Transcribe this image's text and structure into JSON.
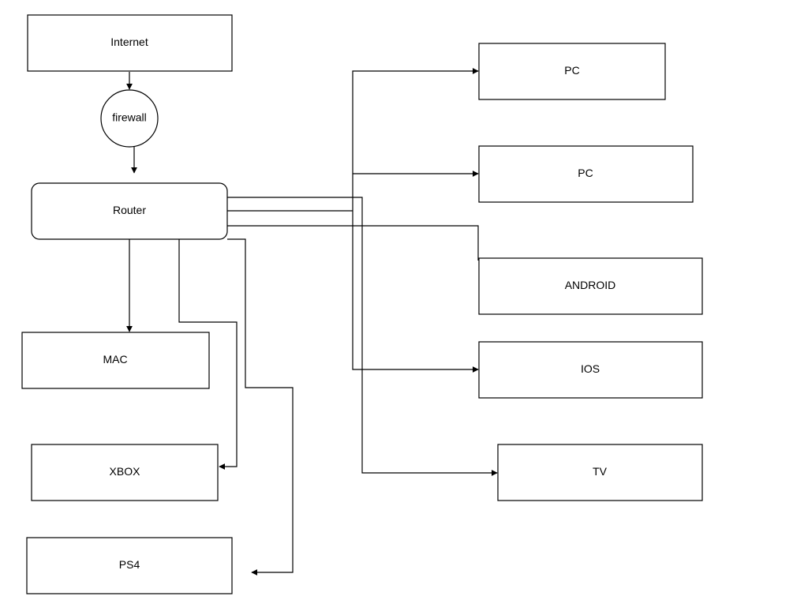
{
  "nodes": [
    {
      "id": "internet",
      "label": "Internet",
      "shape": "rect"
    },
    {
      "id": "firewall",
      "label": "firewall",
      "shape": "circle"
    },
    {
      "id": "router",
      "label": "Router",
      "shape": "rounded-rect"
    },
    {
      "id": "mac",
      "label": "MAC",
      "shape": "rect"
    },
    {
      "id": "xbox",
      "label": "XBOX",
      "shape": "rect"
    },
    {
      "id": "ps4",
      "label": "PS4",
      "shape": "rect"
    },
    {
      "id": "pc1",
      "label": "PC",
      "shape": "rect"
    },
    {
      "id": "pc2",
      "label": "PC",
      "shape": "rect"
    },
    {
      "id": "android",
      "label": "ANDROID",
      "shape": "rect"
    },
    {
      "id": "ios",
      "label": "IOS",
      "shape": "rect"
    },
    {
      "id": "tv",
      "label": "TV",
      "shape": "rect"
    }
  ],
  "edges": [
    {
      "from": "internet",
      "to": "firewall",
      "arrow": true
    },
    {
      "from": "firewall",
      "to": "router",
      "arrow": true
    },
    {
      "from": "router",
      "to": "mac",
      "arrow": true
    },
    {
      "from": "router",
      "to": "xbox",
      "arrow": true
    },
    {
      "from": "router",
      "to": "ps4",
      "arrow": true
    },
    {
      "from": "router",
      "to": "pc1",
      "arrow": true
    },
    {
      "from": "router",
      "to": "pc2",
      "arrow": true
    },
    {
      "from": "router",
      "to": "ios",
      "arrow": true
    },
    {
      "from": "router",
      "to": "android",
      "arrow": false
    },
    {
      "from": "router",
      "to": "tv",
      "arrow": true
    }
  ]
}
